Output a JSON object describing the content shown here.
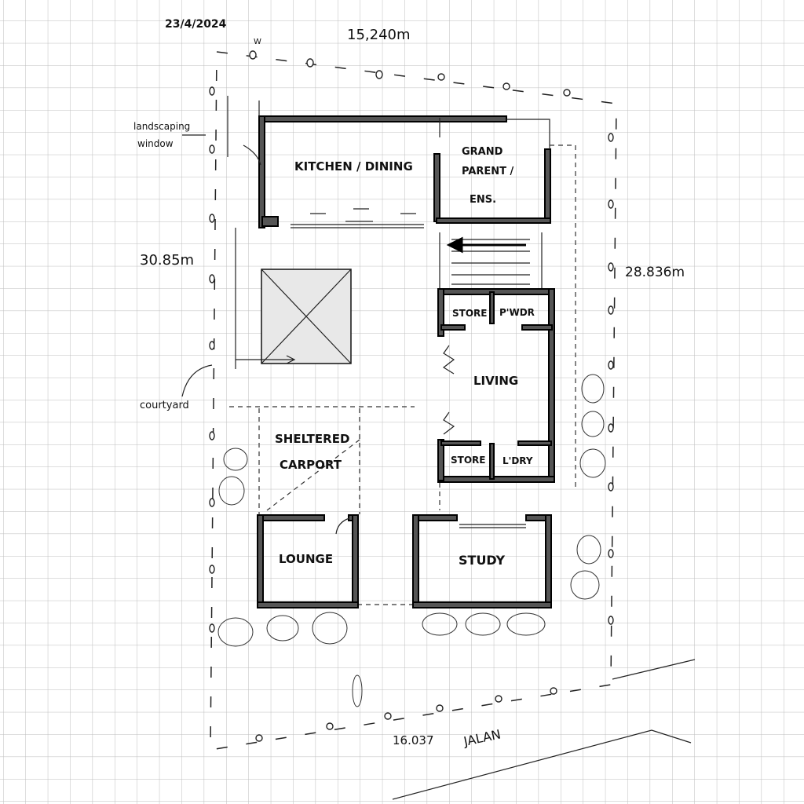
{
  "sheet": {
    "date": "23/4/2024",
    "north_marker": "W",
    "dimensions": {
      "top": "15,240m",
      "left": "30.85m",
      "right": "28.836m",
      "bottom": "16.037"
    },
    "annotations": {
      "landscaping_line1": "landscaping",
      "landscaping_line2": "window",
      "courtyard": "courtyard",
      "road": "JALAN"
    }
  },
  "rooms": {
    "kitchen": "KITCHEN / DINING",
    "grandparent_line1": "GRAND",
    "grandparent_line2": "PARENT /",
    "grandparent_line3": "ENS.",
    "store_upper": "STORE",
    "powder": "P'WDR",
    "living": "LIVING",
    "store_lower": "STORE",
    "laundry": "L'DRY",
    "carport_line1": "SHELTERED",
    "carport_line2": "CARPORT",
    "lounge": "LOUNGE",
    "study": "STUDY"
  },
  "colors": {
    "grid": "#bdbdbd",
    "ink": "#111111",
    "wall_fill": "#555555"
  }
}
